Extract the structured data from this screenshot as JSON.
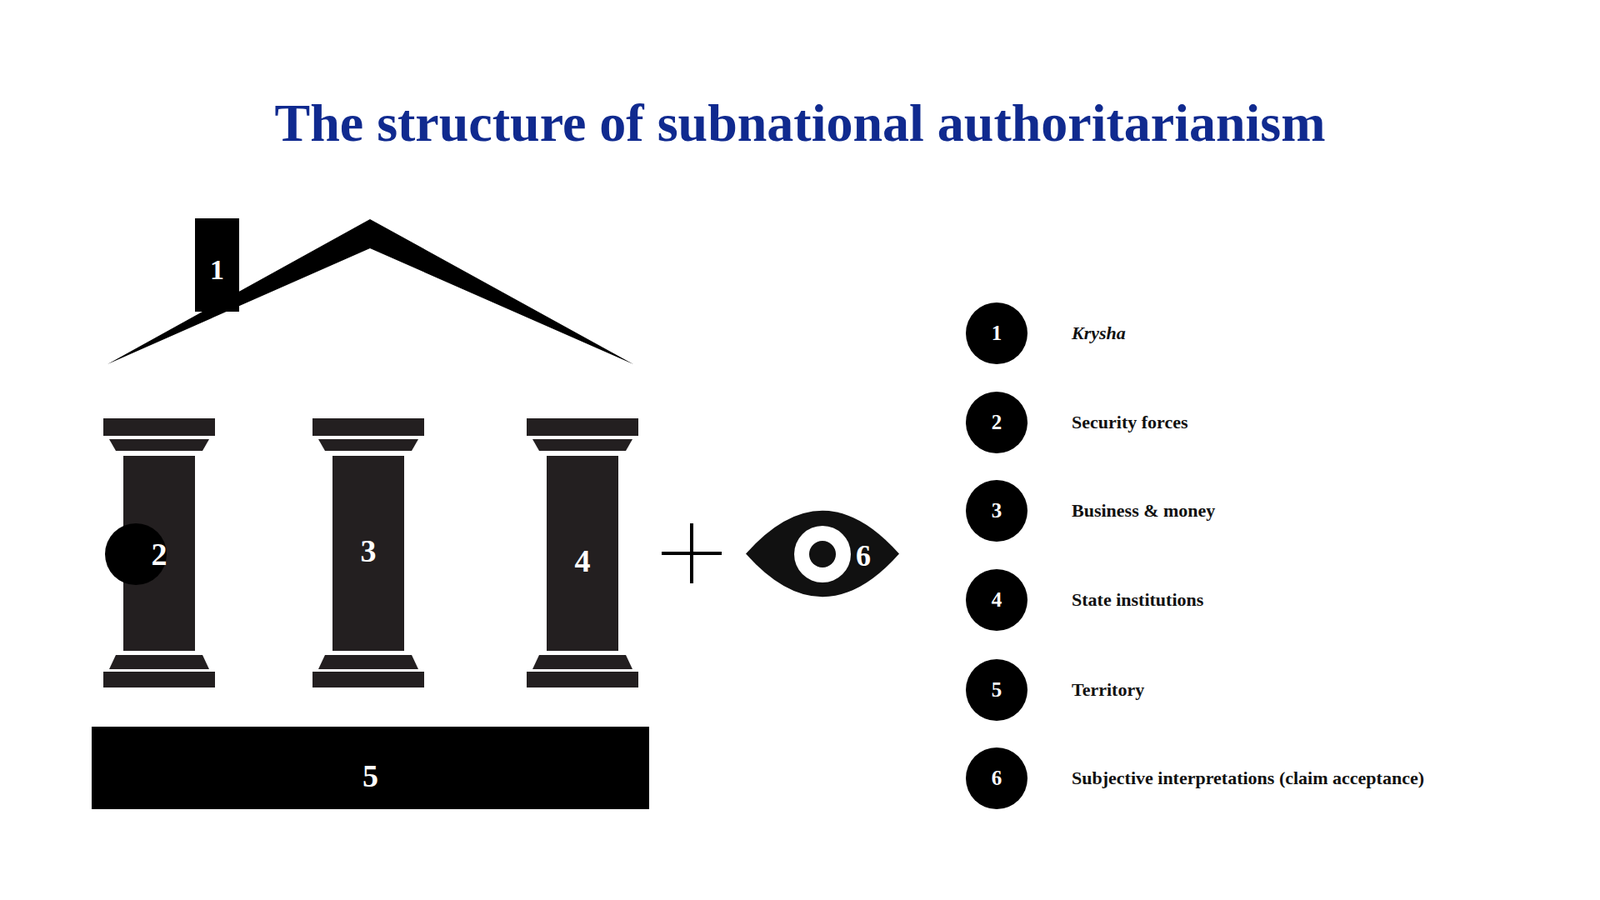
{
  "diagram": {
    "title": "The structure of subnational authoritarianism",
    "nodes": [
      {
        "text": [
          "1"
        ]
      },
      {
        "text": [
          "2"
        ]
      },
      {
        "text": [
          "3"
        ]
      },
      {
        "text": [
          "4"
        ]
      },
      {
        "text": [
          "5"
        ]
      },
      {
        "text": [
          "6"
        ]
      },
      {
        "text": [
          "1",
          "Krysha"
        ]
      },
      {
        "text": [
          "2",
          "Security forces"
        ]
      },
      {
        "text": [
          "3",
          "Business & money"
        ]
      },
      {
        "text": [
          "4",
          "State institutions"
        ]
      },
      {
        "text": [
          "5",
          "Territory"
        ]
      },
      {
        "text": [
          "6",
          "Subjective interpretations (claim acceptance)"
        ]
      }
    ]
  }
}
